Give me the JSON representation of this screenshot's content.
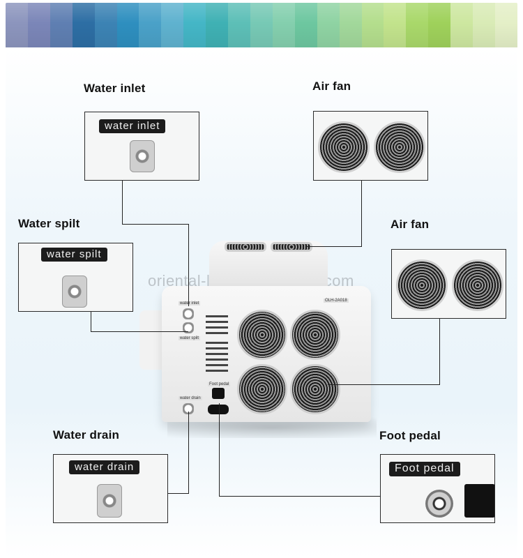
{
  "header": {
    "stripe_colors": [
      "#8c95bd",
      "#7b86b8",
      "#5f7fb2",
      "#2d6ea4",
      "#3c83b4",
      "#2e8fbf",
      "#4aa1c8",
      "#5fb2cf",
      "#44b6c6",
      "#3fb1b4",
      "#5dbfb7",
      "#77c9b5",
      "#84cfae",
      "#6dc7a0",
      "#8fd3a3",
      "#a2d89b",
      "#b4de8d",
      "#c2e38c",
      "#a9d86a",
      "#9fd15b",
      "#cde7a0",
      "#d9ebb6",
      "#e4efc7"
    ]
  },
  "watermark": "oriental-laser.en.alibaba.com",
  "callouts": {
    "water_inlet": {
      "title": "Water inlet",
      "tag": "water inlet"
    },
    "air_fan_top": {
      "title": "Air fan"
    },
    "water_spilt": {
      "title": "Water spilt",
      "tag": "water spilt"
    },
    "air_fan_right": {
      "title": "Air fan"
    },
    "water_drain": {
      "title": "Water drain",
      "tag": "water drain"
    },
    "foot_pedal": {
      "title": "Foot pedal",
      "tag": "Foot pedal"
    }
  },
  "machine": {
    "model_label": "OLH-2A018",
    "port_label_1": "water inlet",
    "port_label_2": "water spilt",
    "port_label_3": "water drain",
    "pedal_label": "Foot pedal"
  }
}
